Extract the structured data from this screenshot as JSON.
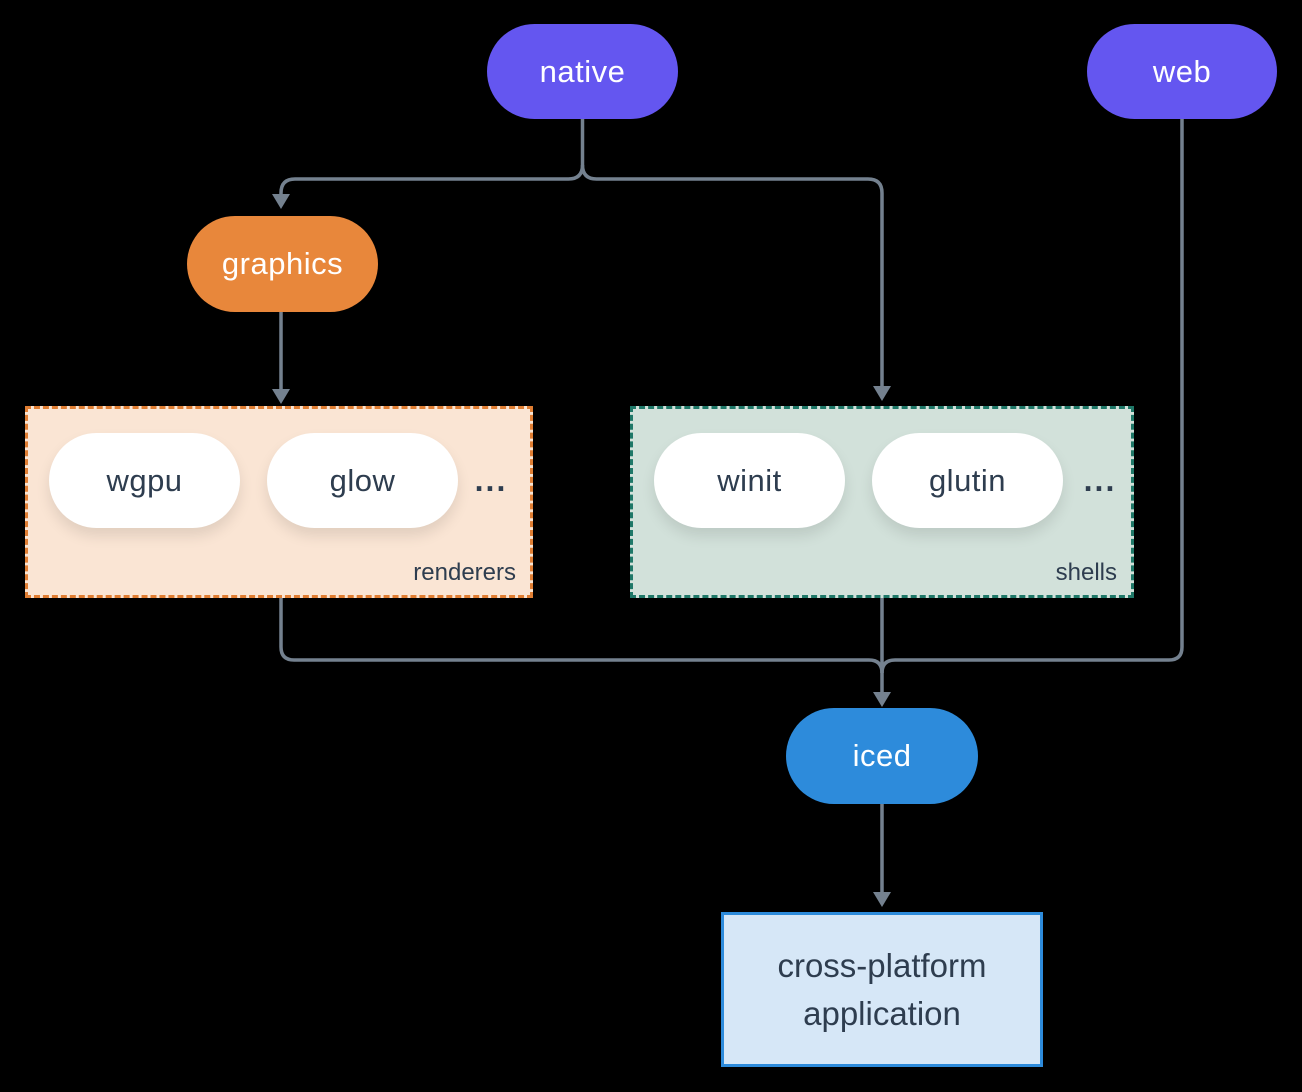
{
  "colors": {
    "background": "#000000",
    "line": "#74818f",
    "purple": "#6456f0",
    "orange": "#e8873b",
    "blue": "#2d8bdb",
    "peach_fill": "#fae5d4",
    "orange_dash": "#e07e33",
    "sage_fill": "#d2e1da",
    "teal_dash": "#1f7868",
    "dark_text": "#2e3d4f",
    "white": "#ffffff",
    "app_fill": "#d6e7f7",
    "app_border": "#2d8bdb"
  },
  "nodes": {
    "native": {
      "label": "native"
    },
    "web": {
      "label": "web"
    },
    "graphics": {
      "label": "graphics"
    },
    "iced": {
      "label": "iced"
    },
    "application": {
      "line1": "cross-platform",
      "line2": "application"
    }
  },
  "groups": {
    "renderers": {
      "label": "renderers",
      "items": [
        "wgpu",
        "glow"
      ],
      "ellipsis": "..."
    },
    "shells": {
      "label": "shells",
      "items": [
        "winit",
        "glutin"
      ],
      "ellipsis": "..."
    }
  }
}
